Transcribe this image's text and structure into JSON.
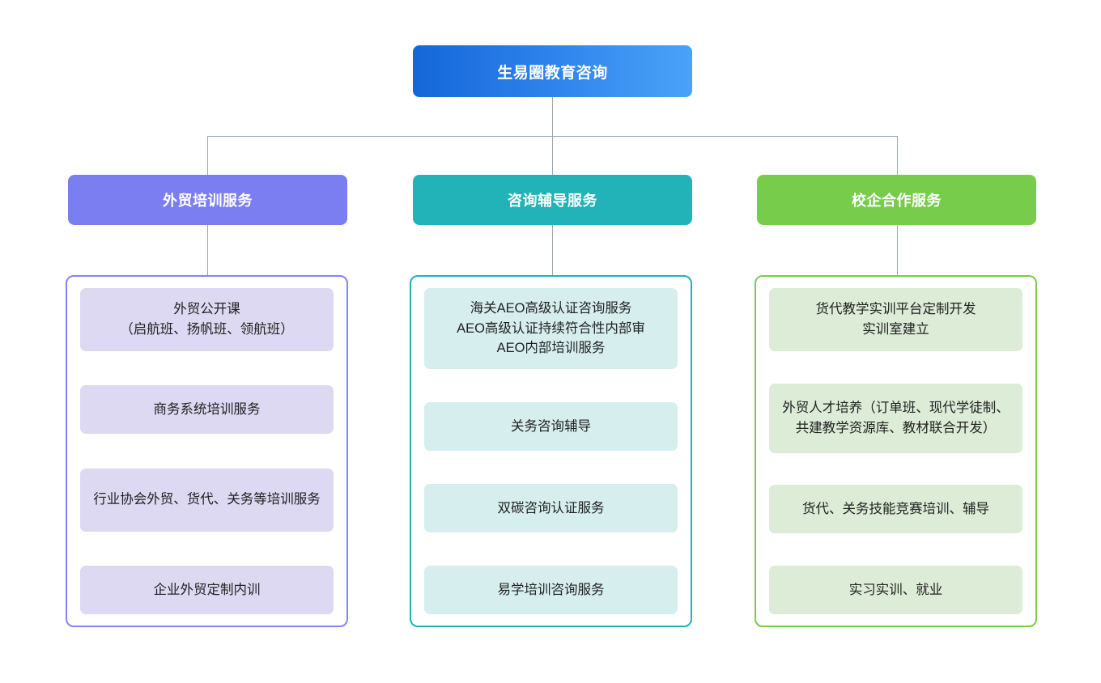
{
  "diagram": {
    "type": "organizational-chart",
    "root": {
      "label": "生易圈教育咨询",
      "color": "#1567d8",
      "color_end": "#4aa3f7"
    },
    "branches": [
      {
        "label": "外贸培训服务",
        "header_color": "#7a7ef0",
        "border_color": "#8286f2",
        "card_color": "#ddd9f2",
        "items": [
          "外贸公开课\n（启航班、扬帆班、领航班）",
          "商务系统培训服务",
          "行业协会外贸、货代、关务等培训服务",
          "企业外贸定制内训"
        ]
      },
      {
        "label": "咨询辅导服务",
        "header_color": "#22b3b8",
        "border_color": "#22b3b8",
        "card_color": "#d7eeee",
        "items": [
          "海关AEO高级认证咨询服务\nAEO高级认证持续符合性内部审\nAEO内部培训服务",
          "关务咨询辅导",
          "双碳咨询认证服务",
          "易学培训咨询服务"
        ]
      },
      {
        "label": "校企合作服务",
        "header_color": "#78cc4c",
        "border_color": "#78cc4c",
        "card_color": "#dcecd7",
        "items": [
          "货代教学实训平台定制开发\n实训室建立",
          "外贸人才培养（订单班、现代学徒制、共建教学资源库、教材联合开发）",
          "货代、关务技能竞赛培训、辅导",
          "实习实训、就业"
        ]
      }
    ],
    "connector_color": "#9aa7b2"
  }
}
